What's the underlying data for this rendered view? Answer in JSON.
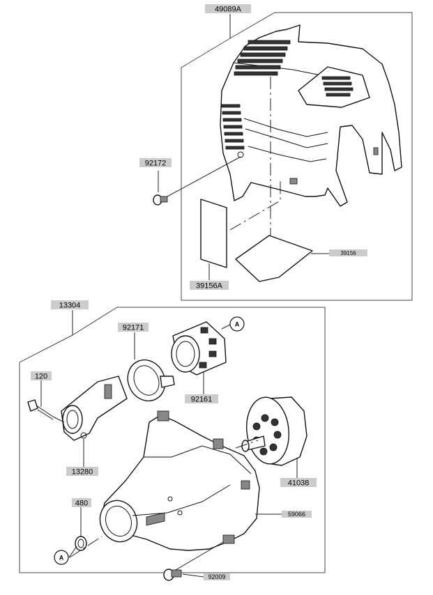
{
  "labels": {
    "p49089A": "49089A",
    "p92172": "92172",
    "p39156A": "39156A",
    "p39156": "39156",
    "p13304": "13304",
    "p92171": "92171",
    "p120": "120",
    "p92161": "92161",
    "p13280": "13280",
    "p41038": "41038",
    "p480": "480",
    "p59066": "59066",
    "p92009": "92009"
  },
  "refs": {
    "top": "A",
    "bottom": "A"
  }
}
